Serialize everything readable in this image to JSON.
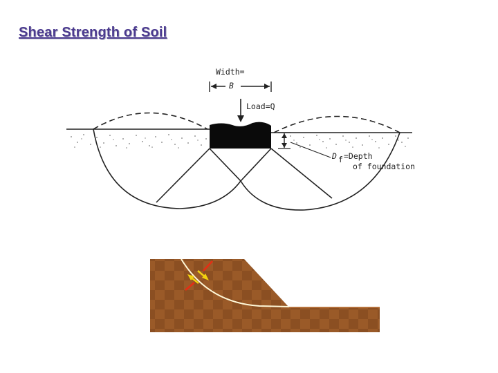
{
  "slide": {
    "title": "Shear Strength of Soil"
  },
  "foundation_diagram": {
    "width_label_line1": "Width=",
    "width_label_line2": "B",
    "load_label": "Load=Q",
    "depth_symbol": "D",
    "depth_subscript": "f",
    "depth_label_line1": "=Depth",
    "depth_label_line2": "of foundation"
  },
  "slope_diagram": {
    "colors": {
      "soil": "#8b4f22",
      "slip_surface": "#fff8d8",
      "arrow_yellow": "#f1d20f",
      "arrow_red": "#e62d14"
    }
  }
}
